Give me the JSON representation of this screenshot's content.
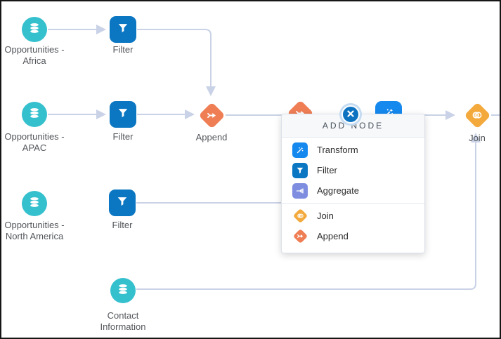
{
  "app": "dataflow-editor",
  "nodes": {
    "africa": {
      "line1": "Opportunities -",
      "line2": "Africa",
      "icon": "database-icon"
    },
    "filter1": {
      "label": "Filter",
      "icon": "filter-icon"
    },
    "apac": {
      "line1": "Opportunities -",
      "line2": "APAC",
      "icon": "database-icon"
    },
    "filter2": {
      "label": "Filter",
      "icon": "filter-icon"
    },
    "append": {
      "label": "Append",
      "icon": "append-icon"
    },
    "na": {
      "line1": "Opportunities -",
      "line2": "North America",
      "icon": "database-icon"
    },
    "filter3": {
      "label": "Filter",
      "icon": "filter-icon"
    },
    "contact": {
      "line1": "Contact",
      "line2": "Information",
      "icon": "database-icon"
    },
    "join": {
      "label": "Join",
      "icon": "join-icon"
    }
  },
  "popup": {
    "title": "ADD NODE",
    "items": [
      {
        "label": "Transform",
        "icon": "transform-icon"
      },
      {
        "label": "Filter",
        "icon": "filter-icon"
      },
      {
        "label": "Aggregate",
        "icon": "aggregate-icon"
      },
      {
        "label": "Join",
        "icon": "join-icon"
      },
      {
        "label": "Append",
        "icon": "append-icon"
      }
    ]
  },
  "colors": {
    "dataset_teal": "#35C0CE",
    "filter_blue": "#0B76C2",
    "transform_blue": "#1589EE",
    "aggregate_purple": "#7F8DE1",
    "join_amber": "#F3A93C",
    "append_coral": "#EF7E55",
    "edge_line": "#C9D2E6",
    "close_button_blue": "#0D73C0"
  }
}
